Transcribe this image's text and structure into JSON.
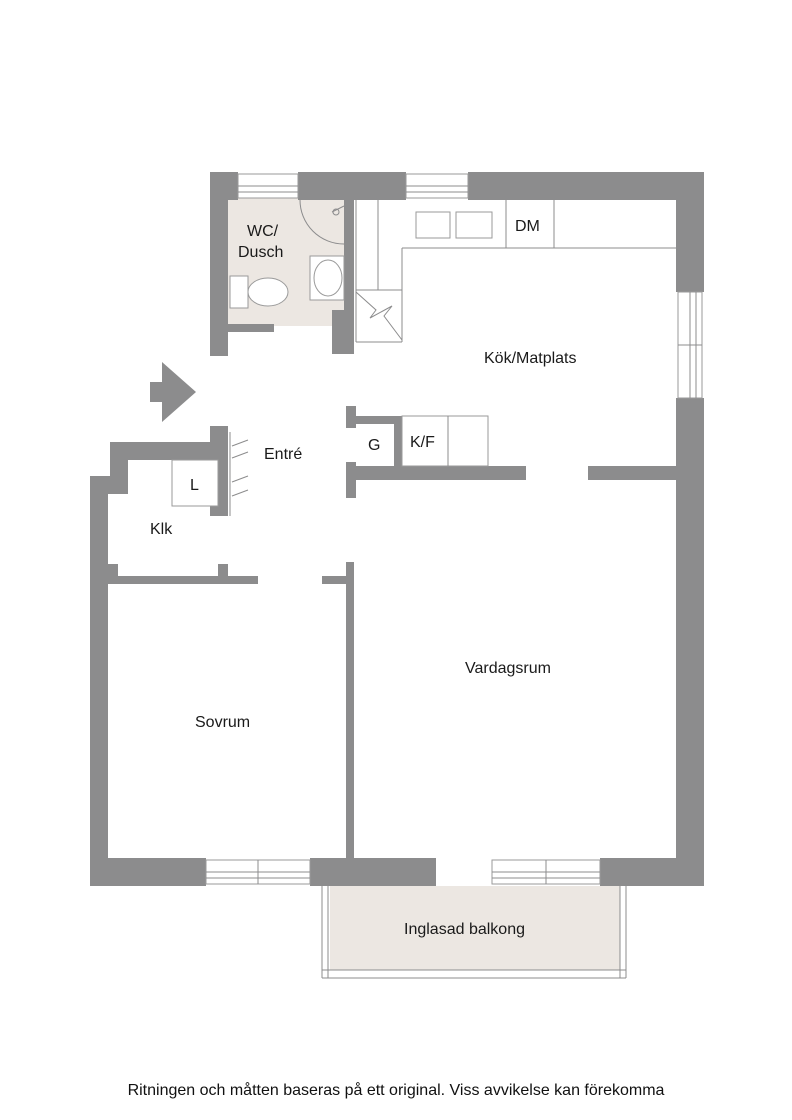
{
  "rooms": {
    "wc": "WC/",
    "wc_line2": "Dusch",
    "dm": "DM",
    "kitchen": "Kök/Matplats",
    "entry": "Entré",
    "g": "G",
    "kf": "K/F",
    "l": "L",
    "klk": "Klk",
    "living": "Vardagsrum",
    "bedroom": "Sovrum",
    "balcony": "Inglasad balkong"
  },
  "disclaimer": "Ritningen och måtten baseras på ett original. Viss avvikelse kan förekomma",
  "colors": {
    "wall": "#8c8c8d",
    "tinted_floor": "#ece7e2",
    "background": "#ffffff"
  },
  "icons": [
    "entrance-arrow-icon",
    "toilet-icon",
    "sink-icon",
    "shower-icon",
    "stairs-icon"
  ]
}
